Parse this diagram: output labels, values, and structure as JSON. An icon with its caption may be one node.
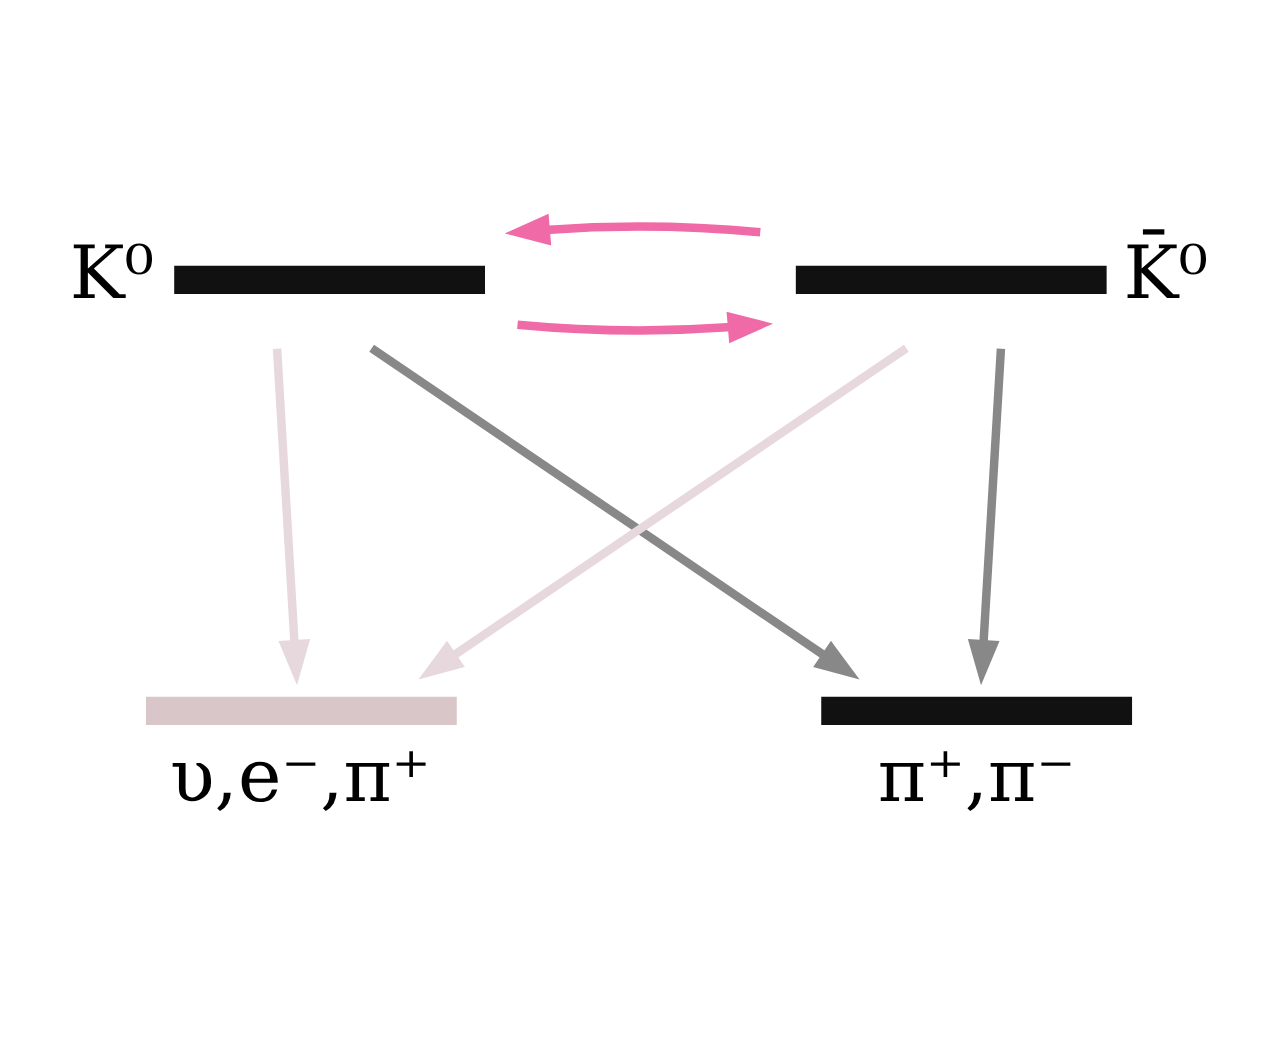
{
  "diagram": {
    "nodes": [
      {
        "text": [
          "K⁰"
        ]
      },
      {
        "text": [
          "K̄⁰"
        ]
      },
      {
        "text": [
          "υ,e⁻,π⁺"
        ]
      },
      {
        "text": [
          "π⁺,π⁻"
        ]
      }
    ],
    "edges": [
      {
        "from": 0,
        "to": 1,
        "arrow": "to",
        "color": "#f06aa8"
      },
      {
        "from": 1,
        "to": 0,
        "arrow": "to",
        "color": "#f06aa8"
      },
      {
        "from": 0,
        "to": 3,
        "arrow": "to",
        "color": "#888888"
      },
      {
        "from": 1,
        "to": 3,
        "arrow": "to",
        "color": "#888888"
      },
      {
        "from": 0,
        "to": 2,
        "arrow": "to",
        "color": "#e6d8dc"
      },
      {
        "from": 1,
        "to": 2,
        "arrow": "to",
        "color": "#e6d8dc"
      }
    ]
  }
}
